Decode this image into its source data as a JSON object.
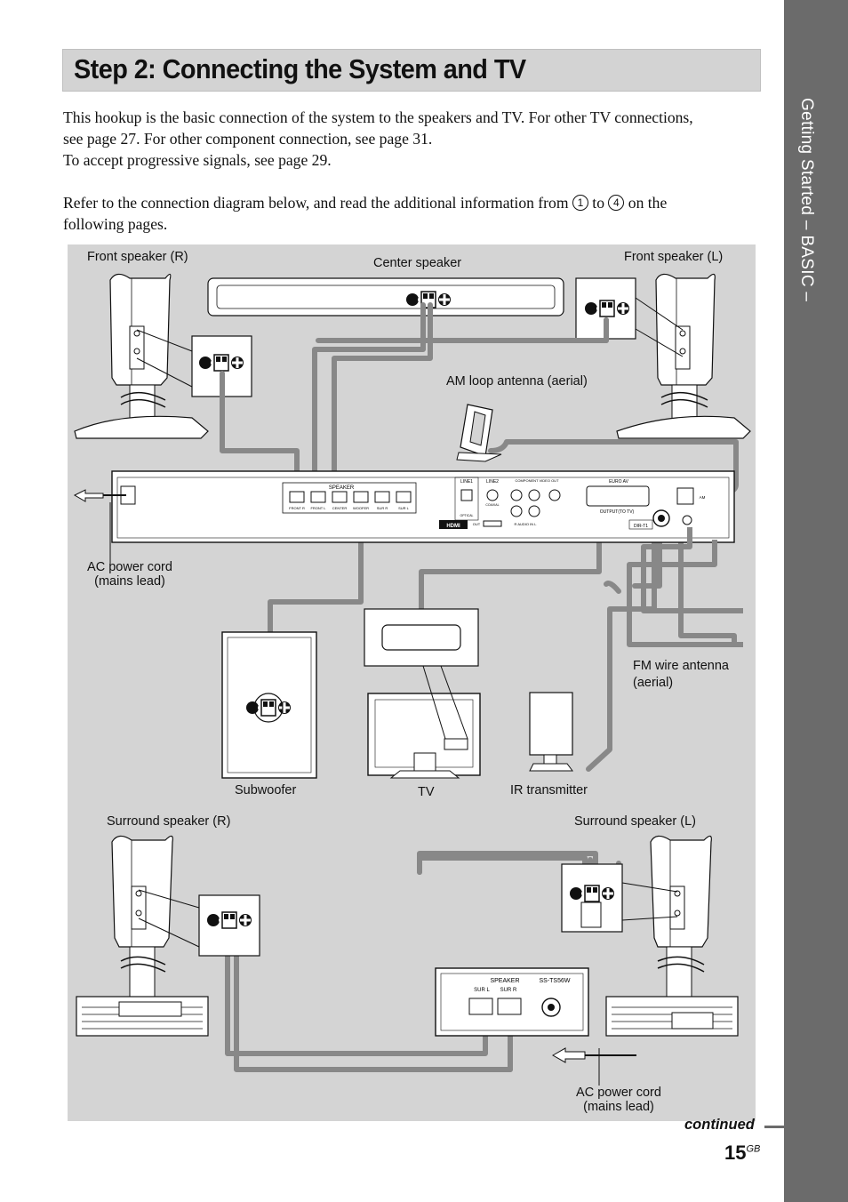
{
  "side_tab": {
    "text": "Getting Started – BASIC –"
  },
  "title": "Step 2: Connecting the System and TV",
  "intro": {
    "line1": "This hookup is the basic connection of the system to the speakers and TV. For other TV connections,",
    "line2": "see page 27. For other component connection, see page 31.",
    "line3": "To accept progressive signals, see page 29."
  },
  "refer": {
    "line1_a": "Refer to the connection diagram below, and read the additional information from ",
    "circle1": "1",
    "to": " to ",
    "circle4": "4",
    "line1_b": " on the",
    "line2": "following pages."
  },
  "diagram": {
    "labels": {
      "front_r": "Front speaker (R)",
      "center": "Center speaker",
      "front_l": "Front speaker (L)",
      "am_antenna": "AM loop antenna (aerial)",
      "ac_cord_1": "AC power cord",
      "ac_cord_1b": "(mains lead)",
      "fm_antenna_1": "FM wire antenna",
      "fm_antenna_2": "(aerial)",
      "subwoofer": "Subwoofer",
      "tv": "TV",
      "ir_transmitter": "IR transmitter",
      "surround_r": "Surround speaker (R)",
      "surround_l": "Surround speaker (L)",
      "ac_cord_2": "AC power cord",
      "ac_cord_2b": "(mains lead)"
    },
    "panel": {
      "speaker": "SPEAKER",
      "line1": "LINE1",
      "line2": "LINE2",
      "component": "COMPONENT VIDEO OUT",
      "euro_av": "EURO AV",
      "output_tv": "OUTPUT(TO TV)",
      "hdmi": "HDMI",
      "out": "OUT",
      "dir_t1": "DIR-T1",
      "am": "AM",
      "coaxial": "COAXIAL",
      "optical": "OPTICAL",
      "audio_in": "R  AUDIO IN  L",
      "ports": [
        "FRONT R",
        "FRONT L",
        "CENTER",
        "WOOFER",
        "SUR R",
        "SUR L"
      ]
    },
    "rear_panel_2": {
      "speaker": "SPEAKER",
      "model": "SS-TS56W",
      "sur_l": "SUR L",
      "sur_r": "SUR R"
    }
  },
  "footer": {
    "continued": "continued",
    "page": "15",
    "page_sup": "GB"
  }
}
